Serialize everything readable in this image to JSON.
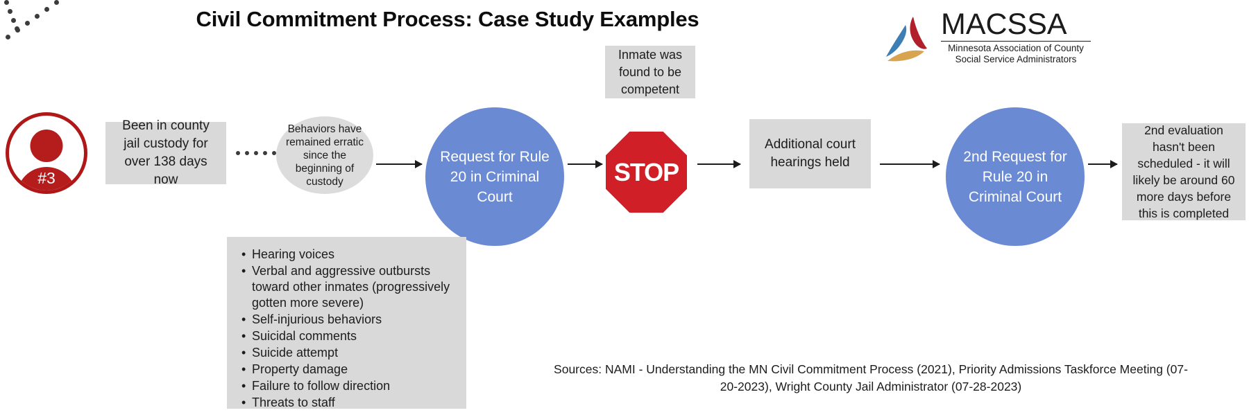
{
  "title": "Civil Commitment Process: Case Study Examples",
  "logo": {
    "wordmark": "MACSSA",
    "subtitle_line1": "Minnesota Association of County",
    "subtitle_line2": "Social Service Administrators",
    "colors": {
      "blue": "#3d7fb5",
      "red": "#b01f2a",
      "gold": "#d6a champion"
    }
  },
  "case": {
    "badge": "#3",
    "avatar_color": "#b51c1c"
  },
  "nodes": {
    "custody": "Been in county jail custody for over 138 days now",
    "behaviors": "Behaviors have remained erratic since the beginning of custody",
    "rule20_request": "Request for Rule 20 in Criminal Court",
    "competent": "Inmate was found to be competent",
    "stop_sign": "STOP",
    "hearings": "Additional court hearings held",
    "rule20_second": "2nd Request for Rule 20 in Criminal Court",
    "evaluation": "2nd evaluation hasn't been scheduled - it will likely be around 60 more days before this is completed"
  },
  "behaviors_list": [
    "Hearing voices",
    "Verbal and aggressive outbursts toward other inmates (progressively gotten more severe)",
    "Self-injurious behaviors",
    "Suicidal comments",
    "Suicide attempt",
    "Property damage",
    "Failure to follow direction",
    "Threats to staff"
  ],
  "sources": "Sources: NAMI - Understanding the MN Civil Commitment Process (2021), Priority Admissions Taskforce Meeting (07-20-2023), Wright County Jail Administrator (07-28-2023)",
  "colors": {
    "box_gray": "#d9d9d9",
    "circle_blue": "#6a8ad4",
    "stop_red": "#d01f26",
    "avatar_red": "#b51c1c"
  }
}
